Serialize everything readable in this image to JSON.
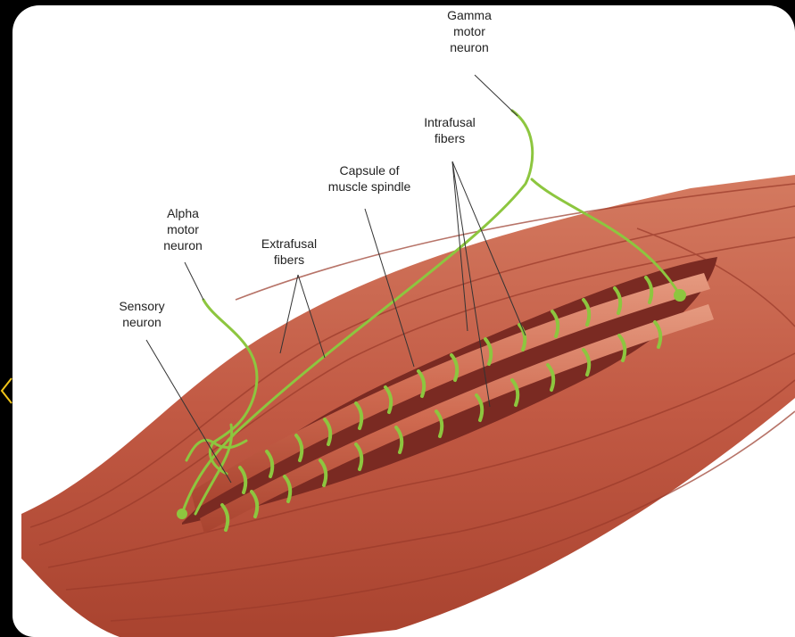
{
  "labels": {
    "gamma": [
      "Gamma",
      "motor",
      "neuron"
    ],
    "intrafusal": [
      "Intrafusal",
      "fibers"
    ],
    "capsule": [
      "Capsule of",
      "muscle spindle"
    ],
    "alpha": [
      "Alpha",
      "motor",
      "neuron"
    ],
    "extrafusal": [
      "Extrafusal",
      "fibers"
    ],
    "sensory": [
      "Sensory",
      "neuron"
    ]
  },
  "colors": {
    "background": "#000000",
    "panel": "#ffffff",
    "muscle": "#c7604a",
    "muscle_dark": "#8e2f24",
    "spindle_cavity": "#7a2a22",
    "nerve": "#8dc63f",
    "leader_line": "#333333",
    "edge_mark": "#f0c419"
  }
}
